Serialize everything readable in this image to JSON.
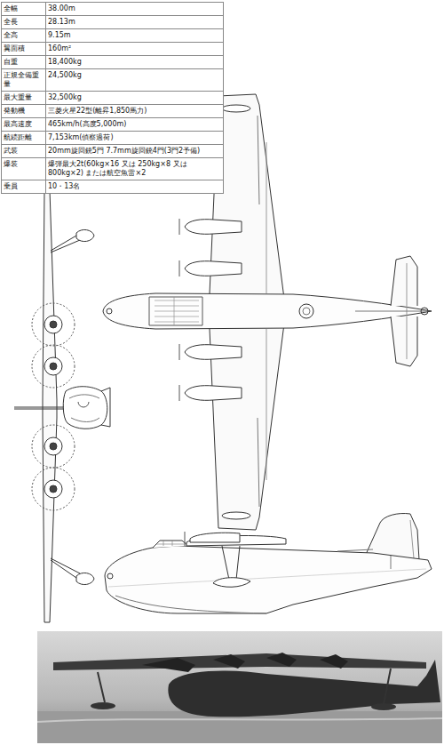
{
  "diagram": {
    "labels": [
      "全幅",
      "38.00m",
      "全長",
      "28.13m",
      "全高",
      "9.15m",
      "翼面積",
      "160m²",
      "自重",
      "18,400kg",
      "正規全備重量",
      "24,500kg",
      "最大重量",
      "32,500kg",
      "発動機",
      "三菱火星22型(離昇1,850馬力)",
      "最高速度",
      "465km/h(高度5,000m)",
      "航続距離",
      "7,153km(偵察過荷)",
      "武装",
      "20mm旋回銃5門 7.7mm旋回銃4門(3門2予備)",
      "爆装",
      "爆弾最大2t(60kg×16 又は 250kg×8 又は 800kg×2) または航空魚雷×2",
      "乗員",
      "10・13名"
    ]
  }
}
